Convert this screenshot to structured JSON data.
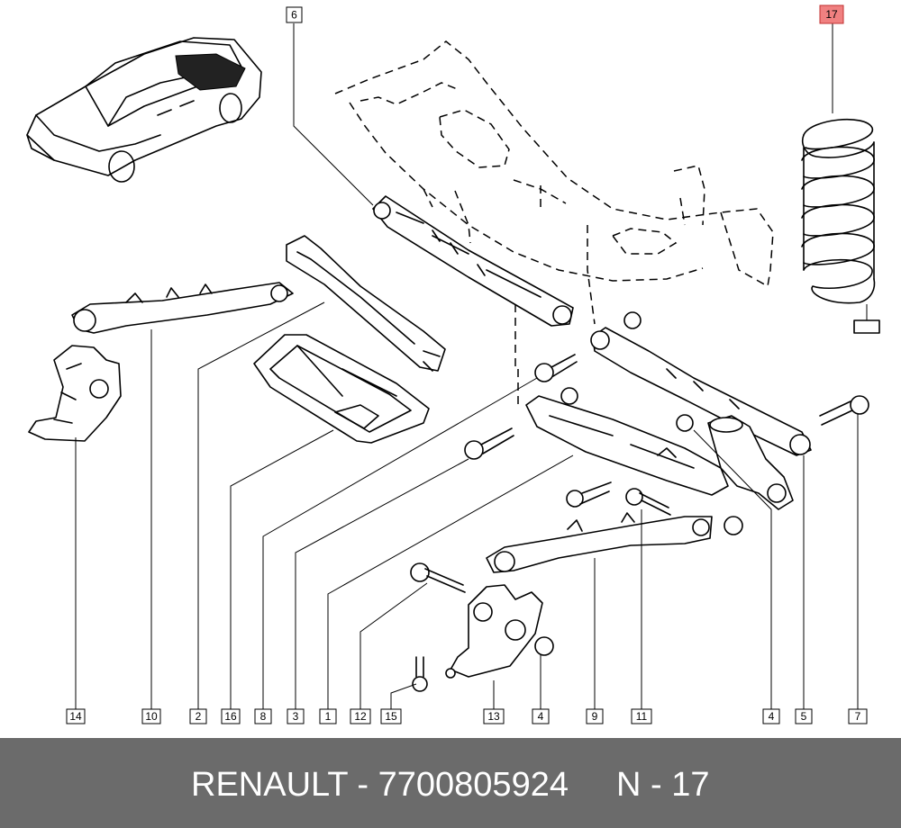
{
  "footer": {
    "title": "RENAULT - 7700805924",
    "ref": "N - 17"
  },
  "callouts": [
    {
      "id": "6",
      "label": "6"
    },
    {
      "id": "17",
      "label": "17",
      "highlighted": true
    },
    {
      "id": "14",
      "label": "14"
    },
    {
      "id": "10",
      "label": "10"
    },
    {
      "id": "2",
      "label": "2"
    },
    {
      "id": "16",
      "label": "16"
    },
    {
      "id": "8",
      "label": "8"
    },
    {
      "id": "3",
      "label": "3"
    },
    {
      "id": "1",
      "label": "1"
    },
    {
      "id": "12",
      "label": "12"
    },
    {
      "id": "15",
      "label": "15"
    },
    {
      "id": "13",
      "label": "13"
    },
    {
      "id": "4",
      "label": "4"
    },
    {
      "id": "9",
      "label": "9"
    },
    {
      "id": "11",
      "label": "11"
    },
    {
      "id": "18",
      "label": "4"
    },
    {
      "id": "5",
      "label": "5"
    },
    {
      "id": "7",
      "label": "7"
    }
  ],
  "colors": {
    "highlight_fill": "#f08080",
    "footer_bg": "#6b6b6b",
    "footer_text": "#ffffff"
  }
}
